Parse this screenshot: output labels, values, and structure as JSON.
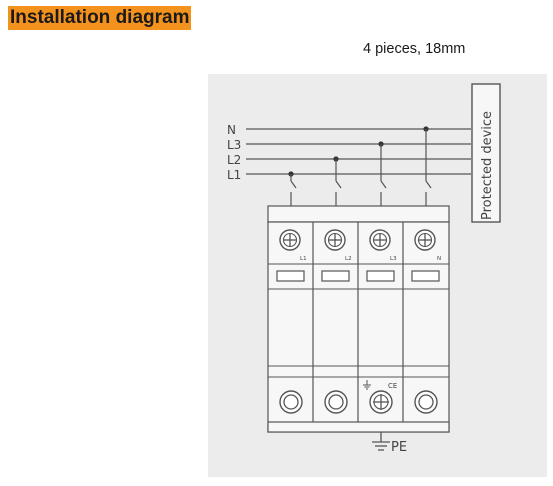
{
  "header": {
    "title": "Installation diagram"
  },
  "subheader": {
    "text": "4 pieces, 18mm"
  },
  "diagram": {
    "lines": [
      "N",
      "L3",
      "L2",
      "L1"
    ],
    "protected_device_label": "Protected device",
    "module_labels": [
      "L1",
      "L2",
      "L3",
      "N"
    ],
    "ground_label": "PE",
    "ce_mark": "CE",
    "colors": {
      "panel": "#ececec",
      "stroke": "#555555",
      "module": "#f7f7f7",
      "accent": "#f3921c"
    }
  }
}
